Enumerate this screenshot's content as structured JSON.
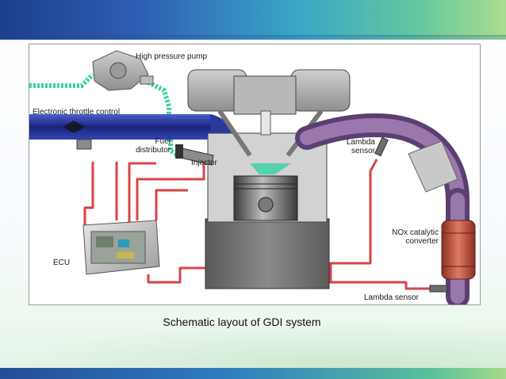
{
  "diagram": {
    "labels": {
      "pump": "High pressure pump",
      "throttle": "Electronic throttle control",
      "fuel_distributor": "Fuel distributor",
      "injector": "Injector",
      "lambda_upper": "Lambda sensor",
      "nox": "NOx catalytic converter",
      "ecu": "ECU",
      "lambda_lower": "Lambda sensor"
    }
  },
  "caption": "Schematic layout of GDI system",
  "colors": {
    "air_duct": "#2a3a9a",
    "exhaust_pipe": "#7a5a8e",
    "fuel_line": "#3fd1a8",
    "wires": "#d64545",
    "engine_block": "#6b6b6b",
    "catalyst": "#c1543f"
  }
}
